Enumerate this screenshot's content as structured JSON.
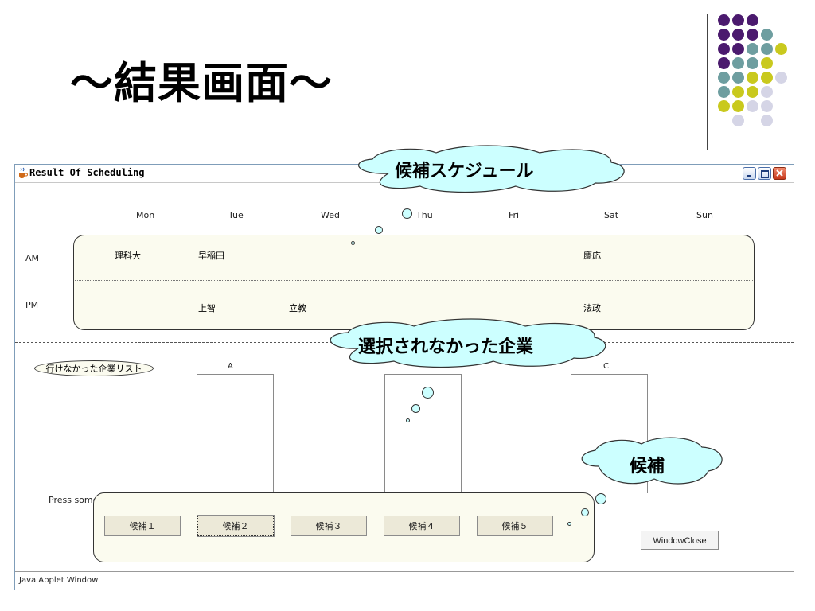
{
  "slide": {
    "title": "～結果画面～"
  },
  "window": {
    "title": "Result Of Scheduling",
    "status": "Java Applet Window"
  },
  "schedule": {
    "days": [
      "Mon",
      "Tue",
      "Wed",
      "Thu",
      "Fri",
      "Sat",
      "Sun"
    ],
    "am_label": "AM",
    "pm_label": "PM",
    "am": {
      "mon": "理科大",
      "tue": "早稲田",
      "sat": "慶応"
    },
    "pm": {
      "tue": "上智",
      "wed": "立教",
      "sat": "法政"
    }
  },
  "lower": {
    "unvisited_label": "行けなかった企業リスト",
    "columns": [
      "A",
      "C"
    ],
    "press_label": "Press some Button...",
    "candidate_buttons": [
      "候補１",
      "候補２",
      "候補３",
      "候補４",
      "候補５"
    ],
    "close_label": "WindowClose"
  },
  "callouts": {
    "schedule": "候補スケジュール",
    "unselected": "選択されなかった企業",
    "candidate": "候補"
  },
  "colors": {
    "dot_purple": "#4b1a6e",
    "dot_teal": "#6e9ea0",
    "dot_yellow": "#c9c91e",
    "dot_lavender": "#d5d5e6",
    "callout_fill": "#ccffff",
    "panel_fill": "#fbfbef"
  }
}
